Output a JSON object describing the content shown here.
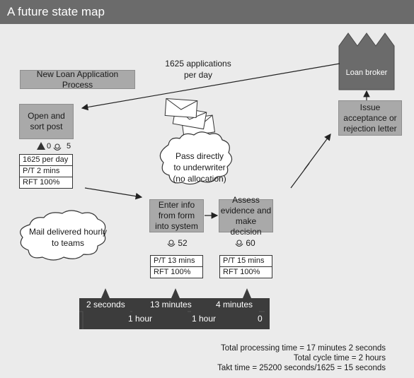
{
  "title": "A future state map",
  "process_name": "New Loan Application Process",
  "flow_label_line1": "1625 applications",
  "flow_label_line2": "per day",
  "loan_broker": "Loan broker",
  "issue_box": [
    "Issue",
    "acceptance or",
    "rejection letter"
  ],
  "open_sort": [
    "Open and",
    "sort post"
  ],
  "open_sort_metrics": {
    "inventory": "0",
    "operators": "5"
  },
  "open_sort_data": [
    "1625 per day",
    "P/T 2 mins",
    "RFT 100%"
  ],
  "cloud_pass": [
    "Pass directly",
    "to underwriter",
    "(no allocation)"
  ],
  "enter_info": [
    "Enter info",
    "from form",
    "into system"
  ],
  "assess": [
    "Assess",
    "evidence and",
    "make decision"
  ],
  "enter_info_operators": "52",
  "assess_operators": "60",
  "enter_info_data": [
    "P/T 13 mins",
    "RFT 100%"
  ],
  "assess_data": [
    "P/T 15 mins",
    "RFT 100%"
  ],
  "cloud_mail": [
    "Mail delivered hourly",
    "to teams"
  ],
  "timeline": {
    "processing": [
      "2 seconds",
      "13 minutes",
      "4 minutes"
    ],
    "waiting": [
      "1 hour",
      "1 hour",
      "0"
    ]
  },
  "totals": [
    "Total processing time = 17 minutes 2 seconds",
    "Total cycle time = 2 hours",
    "Takt time = 25200 seconds/1625 = 15 seconds"
  ],
  "colors": {
    "header": "#6b6b6b",
    "process_box": "#a9a9a9",
    "timeline": "#3c3c3c"
  }
}
